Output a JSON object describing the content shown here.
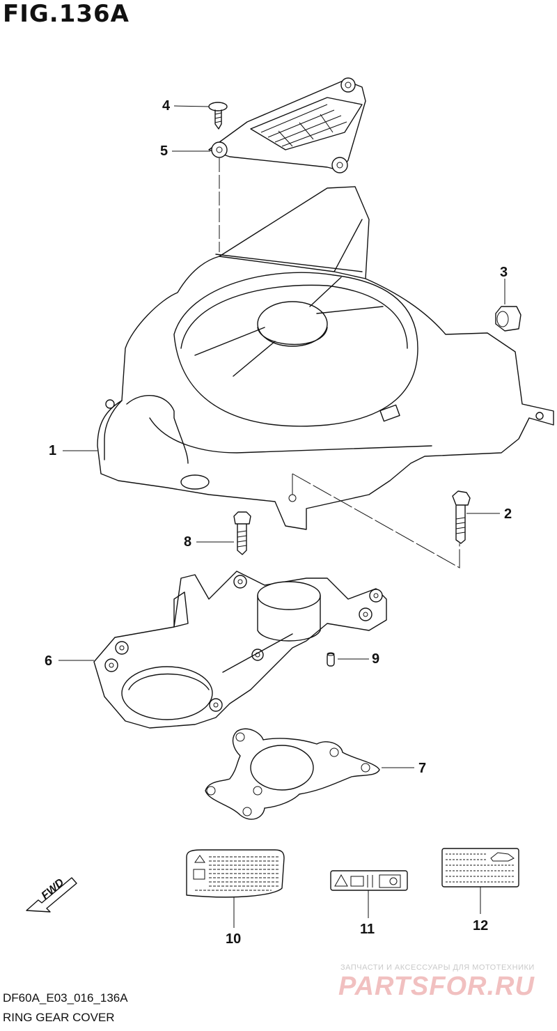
{
  "figure": {
    "title": "FIG.136A",
    "code": "DF60A_E03_016_136A",
    "name": "RING GEAR COVER"
  },
  "callouts": [
    "1",
    "2",
    "3",
    "4",
    "5",
    "6",
    "7",
    "8",
    "9",
    "10",
    "11",
    "12"
  ],
  "direction_arrow": {
    "label": "FWD"
  },
  "watermark": {
    "tagline": "ЗАПЧАСТИ И АКСЕССУАРЫ ДЛЯ МОТОТЕХНИКИ",
    "logo": "PARTSFOR.RU"
  }
}
